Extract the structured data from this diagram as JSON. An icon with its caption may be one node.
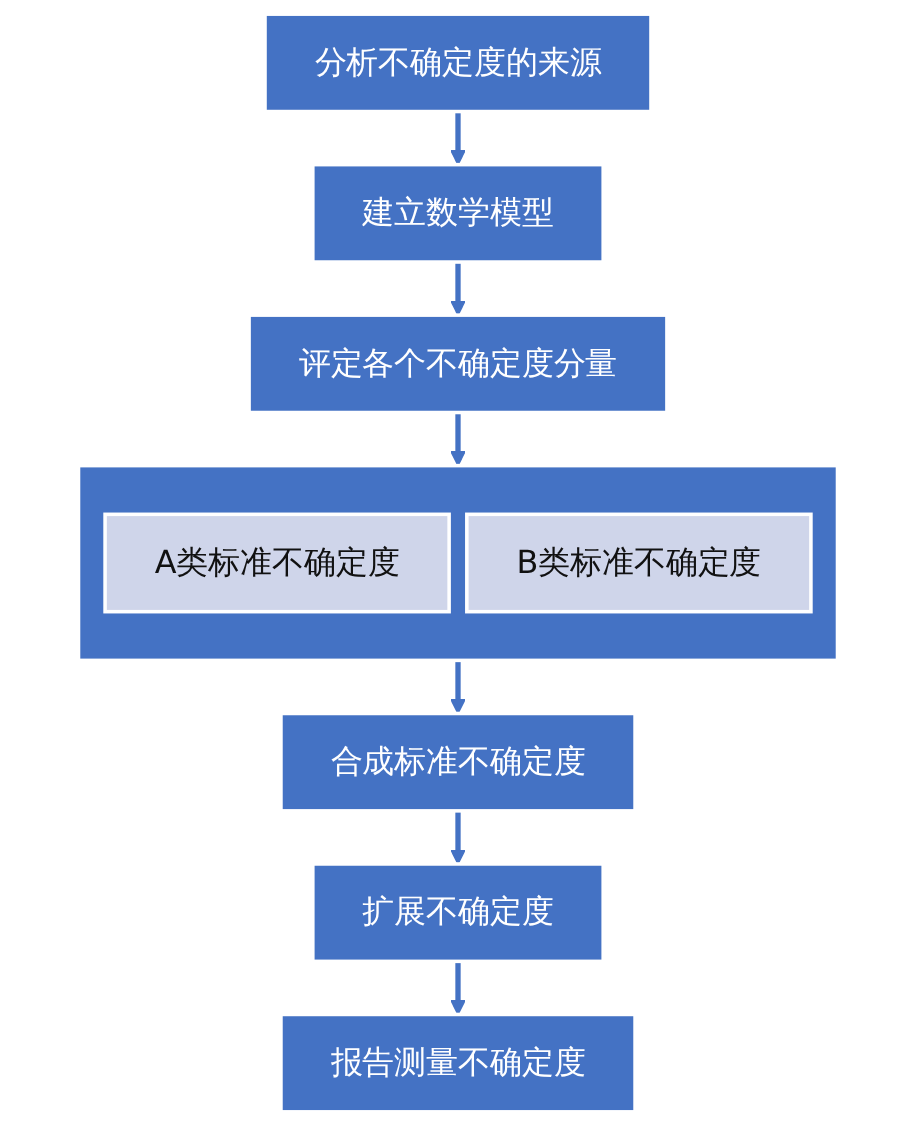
{
  "diagram": {
    "nodes": [
      {
        "text": [
          "分析不确定度的来源"
        ]
      },
      {
        "text": [
          "建立数学模型"
        ]
      },
      {
        "text": [
          "评定各个不确定度分量"
        ]
      },
      {
        "text": [],
        "shape": "box"
      },
      {
        "text": [
          "A类标准不确定度"
        ],
        "in": 3
      },
      {
        "text": [
          "B类标准不确定度"
        ],
        "in": 3
      },
      {
        "text": [
          "合成标准不确定度"
        ]
      },
      {
        "text": [
          "扩展不确定度"
        ]
      },
      {
        "text": [
          "报告测量不确定度"
        ]
      }
    ],
    "edges": [
      {
        "from": 0,
        "to": 1,
        "arrow": "to"
      },
      {
        "from": 1,
        "to": 2,
        "arrow": "to"
      },
      {
        "from": 2,
        "to": 3,
        "arrow": "to"
      },
      {
        "from": 3,
        "to": 6,
        "arrow": "to"
      },
      {
        "from": 6,
        "to": 7,
        "arrow": "to"
      },
      {
        "from": 7,
        "to": 8,
        "arrow": "to"
      }
    ]
  }
}
